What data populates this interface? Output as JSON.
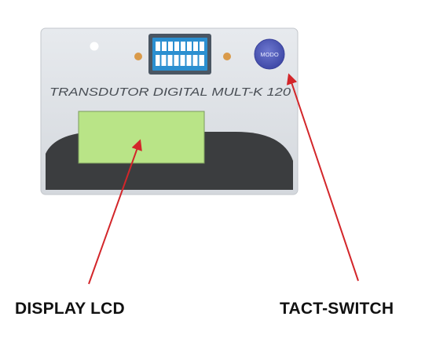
{
  "panel": {
    "title": "TRANSDUTOR DIGITAL MULT-K 120",
    "mode_button_label": "MODO"
  },
  "callouts": {
    "display_label": "DISPLAY LCD",
    "switch_label": "TACT-SWITCH"
  },
  "colors": {
    "panel_face": "#dfe2e6",
    "panel_shadow": "#b7bcc2",
    "lcd_green": "#b9e487",
    "dip_blue": "#2b8fd0",
    "dip_frame": "#4a5663",
    "led_orange": "#d99a4a",
    "mode_button": "#4b56b4",
    "dark_base": "#3b3d3f",
    "arrow_red": "#d3262a"
  },
  "icons": [
    "dip-switch-icon",
    "status-led-icon",
    "led-indicator-icon",
    "mode-button-icon",
    "arrow-icon"
  ]
}
